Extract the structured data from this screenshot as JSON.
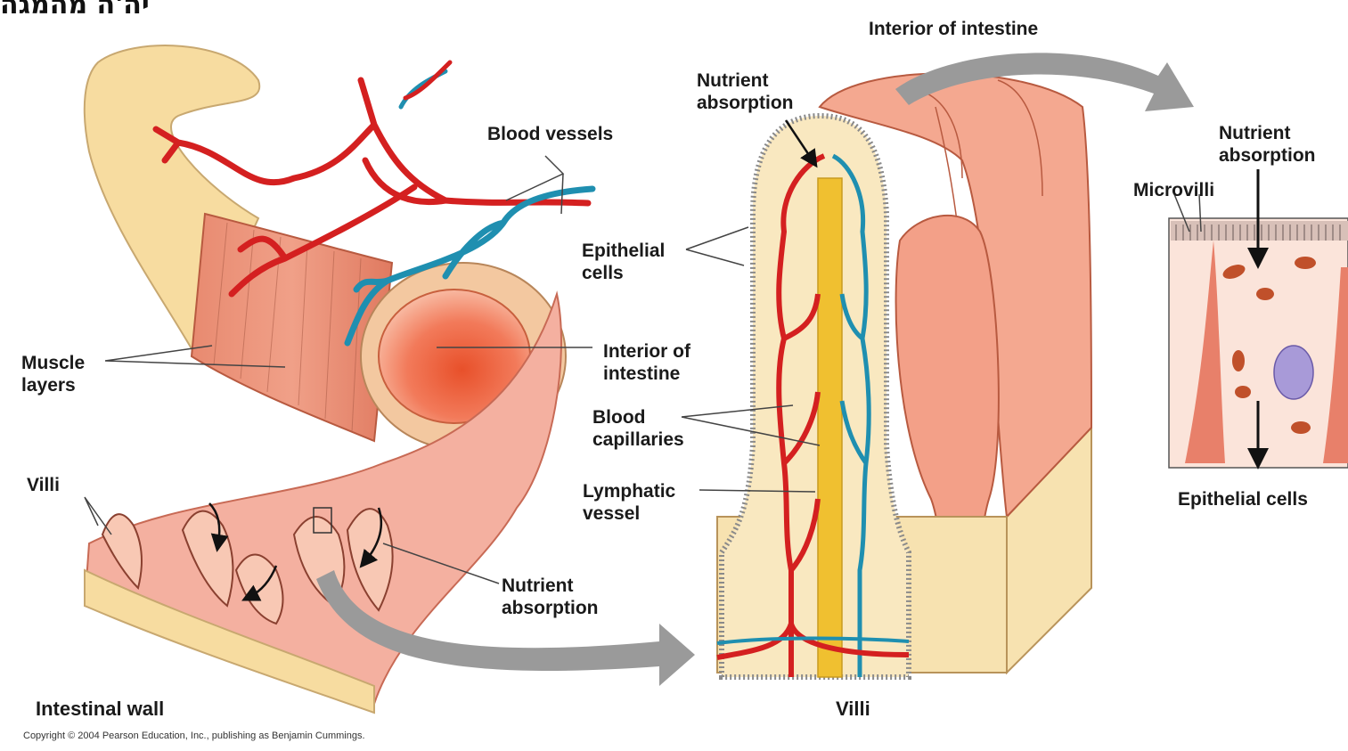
{
  "header_fragment": "יה'ה מהמגה",
  "labels": {
    "interior_of_intestine_top": "Interior of intestine",
    "nutrient_absorption_villus": "Nutrient\nabsorption",
    "nutrient_absorption_cell": "Nutrient\nabsorption",
    "blood_vessels": "Blood vessels",
    "microvilli": "Microvilli",
    "epithelial_cells_villus": "Epithelial\ncells",
    "muscle_layers": "Muscle\nlayers",
    "interior_of_intestine_wall": "Interior of\nintestine",
    "blood_capillaries": "Blood\ncapillaries",
    "villi_wall": "Villi",
    "lymphatic_vessel": "Lymphatic\nvessel",
    "epithelial_cells_panel": "Epithelial cells",
    "nutrient_absorption_wall": "Nutrient\nabsorption"
  },
  "captions": {
    "intestinal_wall": "Intestinal wall",
    "villi": "Villi"
  },
  "copyright": "Copyright © 2004 Pearson Education, Inc., publishing as Benjamin Cummings.",
  "colors": {
    "artery": "#d42020",
    "vein": "#1f8fb0",
    "lymph": "#f0c030",
    "tissue_pink": "#f4a890",
    "outer_wall": "#f7dca0",
    "arrow_gray": "#9a9a9a",
    "nucleus": "#a89ad8"
  }
}
